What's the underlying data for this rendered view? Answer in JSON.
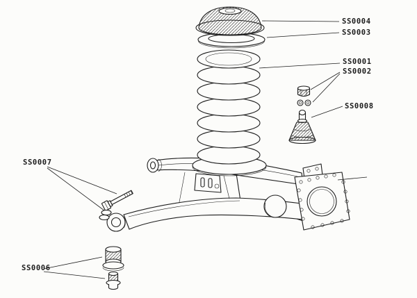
{
  "figure": {
    "background": "#fcfcfa",
    "ink": "#1c1c1c",
    "labels": [
      {
        "text": "SS0004"
      },
      {
        "text": "SS0003"
      },
      {
        "text": "SS0001"
      },
      {
        "text": "SS0002"
      },
      {
        "text": "SS0008"
      },
      {
        "text": "SS0007"
      },
      {
        "text": "SS0006"
      }
    ]
  }
}
